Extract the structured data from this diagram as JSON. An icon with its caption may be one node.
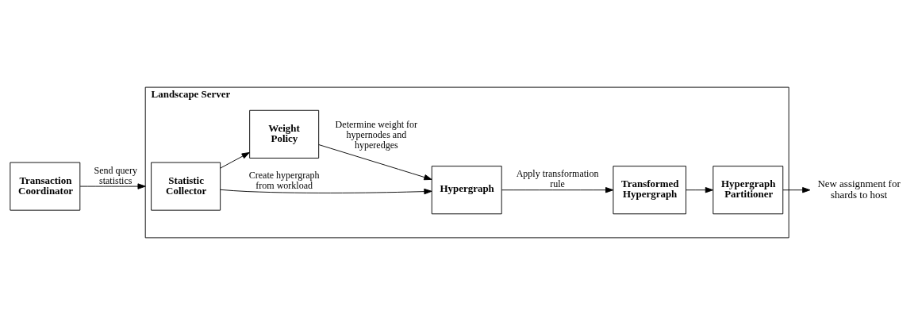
{
  "diagram": {
    "nodes": [
      {
        "text": [
          "Landscape Server"
        ]
      },
      {
        "text": [
          "Transaction Coordinator"
        ]
      },
      {
        "text": [
          "Statistic Collector"
        ],
        "in": 0
      },
      {
        "text": [
          "Hypergraph"
        ],
        "in": 0
      },
      {
        "text": [
          "Transformed Hypergraph"
        ],
        "in": 0
      },
      {
        "text": [
          "Hypergraph Partitioner"
        ],
        "in": 0
      },
      {
        "text": [
          "Weight Policy"
        ],
        "in": 0
      },
      {
        "text": [
          "New assignment for shards to host"
        ]
      }
    ],
    "edges": [
      {
        "from": 1,
        "to": 0,
        "arrow": "to",
        "label": "Send query statistics"
      },
      {
        "from": 2,
        "to": 3,
        "arrow": "to",
        "label": "Create hypergraph from workload"
      },
      {
        "from": 2,
        "to": 6,
        "arrow": "to"
      },
      {
        "from": 6,
        "to": 3,
        "arrow": "to",
        "label": "Determine weight for hypernodes and hyperedges"
      },
      {
        "from": 3,
        "to": 4,
        "arrow": "to",
        "label": "Apply transformation rule"
      },
      {
        "from": 4,
        "to": 5,
        "arrow": "to"
      },
      {
        "from": 5,
        "to": 7,
        "arrow": "to"
      }
    ]
  }
}
